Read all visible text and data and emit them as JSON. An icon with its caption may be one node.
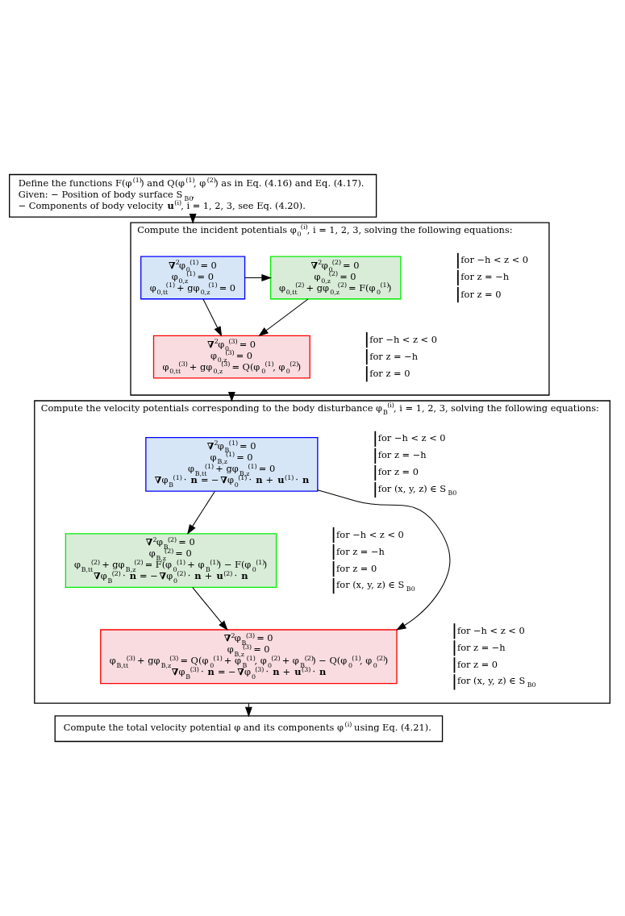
{
  "diagram": {
    "nodes": [
      {
        "text": [
          "Define the functions F(φ$^{(1)}$) and Q(φ$^{(1)}$, φ$^{(2)}$) as in Eq. (4.16) and Eq. (4.17).",
          "Given: − Position of body surface S$_{B0}$,",
          "− Components of body velocity **u**$^{(i)}$, i = 1, 2, 3, see Eq. (4.20)."
        ]
      },
      {
        "text": [
          "Compute the incident potentials φ$_{0}$$^{(i)}$, i = 1, 2, 3, solving the following equations:"
        ]
      },
      {
        "text": [
          "**∇**$^{2}$φ$_{0}$$^{(1)}$ = 0",
          "φ$_{0,z}$$^{(1)}$ = 0",
          "φ$_{0,tt}$$^{(1)}$ + gφ$_{0,z}$$^{(1)}$ = 0"
        ],
        "in": 1
      },
      {
        "text": [
          "**∇**$^{2}$φ$_{0}$$^{(2)}$ = 0",
          "φ$_{0,z}$$^{(2)}$ = 0",
          "φ$_{0,tt}$$^{(2)}$ + gφ$_{0,z}$$^{(2)}$ = F(φ$_{0}$$^{(1)}$)"
        ],
        "in": 1
      },
      {
        "text": [
          "**∇**$^{2}$φ$_{0}$$^{(3)}$ = 0",
          "φ$_{0,z}$$^{(3)}$ = 0",
          "φ$_{0,tt}$$^{(3)}$ + gφ$_{0,z}$$^{(3)}$ = Q(φ$_{0}$$^{(1)}$, φ$_{0}$$^{(2)}$)"
        ],
        "in": 1
      },
      {
        "text": [
          "Compute the velocity potentials corresponding to the body disturbance φ$_{B}$$^{(i)}$, i = 1, 2, 3, solving the following equations:"
        ]
      },
      {
        "text": [
          "**∇**$^{2}$φ$_{B}$$^{(1)}$ = 0",
          "φ$_{B,z}$$^{(1)}$ = 0",
          "φ$_{B,tt}$$^{(1)}$ + gφ$_{B,z}$$^{(1)}$ = 0",
          "**∇**φ$_{B}$$^{(1)}$ · **n** = −**∇**φ$_{0}$$^{(1)}$ · **n** + **u**$^{(1)}$ · **n**"
        ],
        "in": 5
      },
      {
        "text": [
          "**∇**$^{2}$φ$_{B}$$^{(2)}$ = 0",
          "φ$_{B,z}$$^{(2)}$ = 0",
          "φ$_{B,tt}$$^{(2)}$ + gφ$_{B,z}$$^{(2)}$ = F(φ$_{0}$$^{(1)}$ + φ$_{B}$$^{(1)}$) − F(φ$_{0}$$^{(1)}$)",
          "**∇**φ$_{B}$$^{(2)}$ · **n** = −**∇**φ$_{0}$$^{(2)}$ · **n** + **u**$^{(2)}$ · **n**"
        ],
        "in": 5
      },
      {
        "text": [
          "**∇**$^{2}$φ$_{B}$$^{(3)}$ = 0",
          "φ$_{B,z}$$^{(3)}$ = 0",
          "φ$_{B,tt}$$^{(3)}$ + gφ$_{B,z}$$^{(3)}$ = Q(φ$_{0}$$^{(1)}$ + φ$_{B}$$^{(1)}$, φ$_{0}$$^{(2)}$ + φ$_{B}$$^{(2)}$) − Q(φ$_{0}$$^{(1)}$, φ$_{0}$$^{(2)}$)",
          "**∇**φ$_{B}$$^{(3)}$ · **n** = −**∇**φ$_{0}$$^{(3)}$ · **n** + **u**$^{(3)}$ · **n**"
        ],
        "in": 5
      },
      {
        "text": [
          "Compute the total velocity potential φ and its components φ$^{(i)}$ using Eq. (4.21)."
        ]
      }
    ],
    "edges": [
      {
        "from": 0,
        "to": 1,
        "arrow": "to"
      },
      {
        "from": 2,
        "to": 3,
        "arrow": "to"
      },
      {
        "from": 2,
        "to": 4,
        "arrow": "to"
      },
      {
        "from": 3,
        "to": 4,
        "arrow": "to"
      },
      {
        "from": 1,
        "to": 5,
        "arrow": "to"
      },
      {
        "from": 6,
        "to": 8,
        "arrow": "to"
      },
      {
        "from": 6,
        "to": 7,
        "arrow": "to"
      },
      {
        "from": 7,
        "to": 8,
        "arrow": "to"
      },
      {
        "from": 5,
        "to": 9,
        "arrow": "to"
      }
    ],
    "labels": [
      "for −h < z < 0",
      "for z = −h",
      "for z = 0",
      "for −h < z < 0",
      "for z = −h",
      "for z = 0",
      "for −h < z < 0",
      "for z = −h",
      "for z = 0",
      "for (x, y, z) ∈ S$_{B0}$",
      "for −h < z < 0",
      "for z = −h",
      "for z = 0",
      "for (x, y, z) ∈ S$_{B0}$",
      "for −h < z < 0",
      "for z = −h",
      "for z = 0",
      "for (x, y, z) ∈ S$_{B0}$"
    ]
  }
}
